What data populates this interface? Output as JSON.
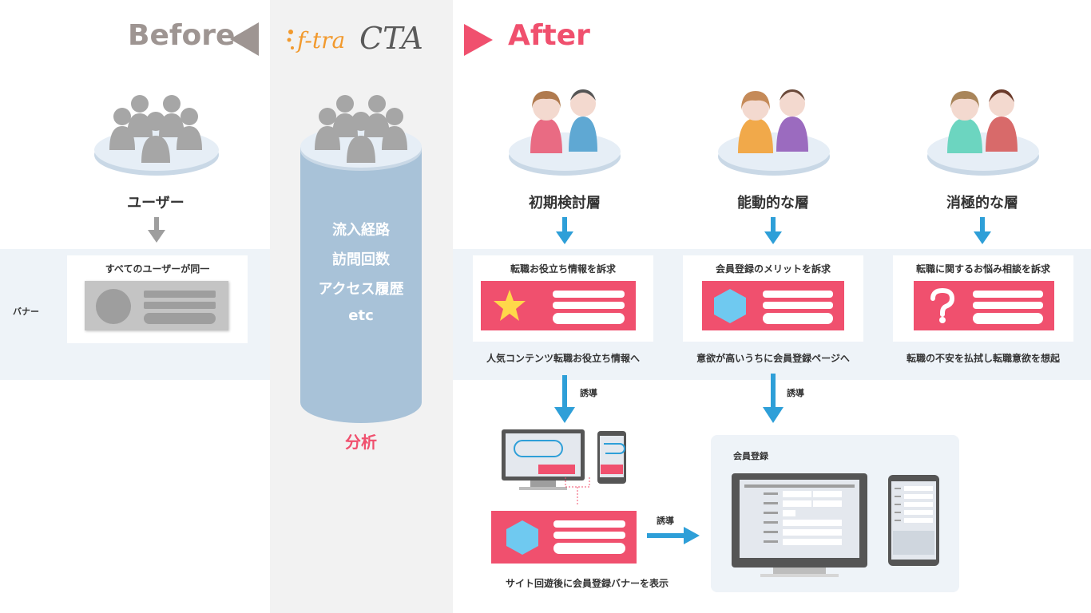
{
  "header": {
    "before": "Before",
    "after": "After",
    "logo_prefix": "f-tra",
    "logo_suffix": "CTA"
  },
  "left": {
    "users_label": "ユーザー",
    "band_label": "バナー",
    "card_title": "すべてのユーザーが同一"
  },
  "center": {
    "items": [
      "流入経路",
      "訪問回数",
      "アクセス履歴",
      "etc"
    ],
    "bottom_label": "分析"
  },
  "segments": [
    {
      "label": "初期検討層",
      "card_title": "転職お役立ち情報を訴求",
      "caption": "人気コンテンツ転職お役立ち情報へ",
      "icon": "star-icon"
    },
    {
      "label": "能動的な層",
      "card_title": "会員登録のメリットを訴求",
      "caption": "意欲が高いうちに会員登録ページへ",
      "icon": "hexagon-icon"
    },
    {
      "label": "消極的な層",
      "card_title": "転職に関するお悩み相談を訴求",
      "caption": "転職の不安を払拭し転職意欲を想起",
      "icon": "question-icon"
    }
  ],
  "flow": {
    "guide_label_1": "誘導",
    "guide_label_2": "誘導",
    "guide_label_3": "誘導",
    "after_visit_caption": "サイト回遊後に会員登録バナーを表示",
    "registration_title": "会員登録"
  },
  "colors": {
    "accent_red": "#f0506e",
    "arrow_blue": "#2e9fd8",
    "gray": "#9e9e9e"
  }
}
